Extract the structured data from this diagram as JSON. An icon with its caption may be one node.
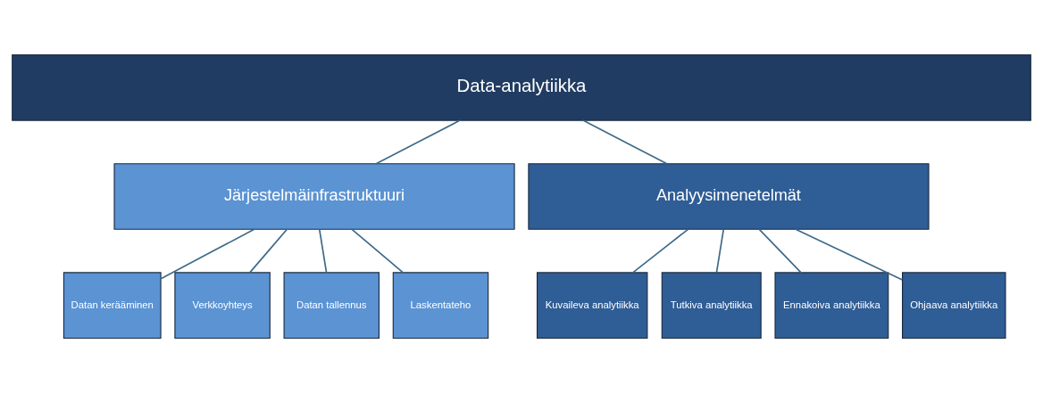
{
  "diagram": {
    "nodes": [
      {
        "text": [
          "Data-analytiikka"
        ]
      },
      {
        "text": [
          "Järjestelmäinfrastruktuuri"
        ]
      },
      {
        "text": [
          "Analyysimenetelmät"
        ]
      },
      {
        "text": [
          "Datan kerääminen"
        ]
      },
      {
        "text": [
          "Verkkoyhteys"
        ]
      },
      {
        "text": [
          "Datan tallennus"
        ]
      },
      {
        "text": [
          "Laskentateho"
        ]
      },
      {
        "text": [
          "Kuvaileva analytiikka"
        ]
      },
      {
        "text": [
          "Tutkiva analytiikka"
        ]
      },
      {
        "text": [
          "Ennakoiva analytiikka"
        ]
      },
      {
        "text": [
          "Ohjaava analytiikka"
        ]
      }
    ],
    "edges": [
      {
        "from": 0,
        "to": 1,
        "arrow": "none"
      },
      {
        "from": 0,
        "to": 2,
        "arrow": "none"
      },
      {
        "from": 1,
        "to": 3,
        "arrow": "none"
      },
      {
        "from": 1,
        "to": 4,
        "arrow": "none"
      },
      {
        "from": 1,
        "to": 5,
        "arrow": "none"
      },
      {
        "from": 1,
        "to": 6,
        "arrow": "none"
      },
      {
        "from": 2,
        "to": 7,
        "arrow": "none"
      },
      {
        "from": 2,
        "to": 8,
        "arrow": "none"
      },
      {
        "from": 2,
        "to": 9,
        "arrow": "none"
      },
      {
        "from": 2,
        "to": 10,
        "arrow": "none"
      }
    ]
  }
}
